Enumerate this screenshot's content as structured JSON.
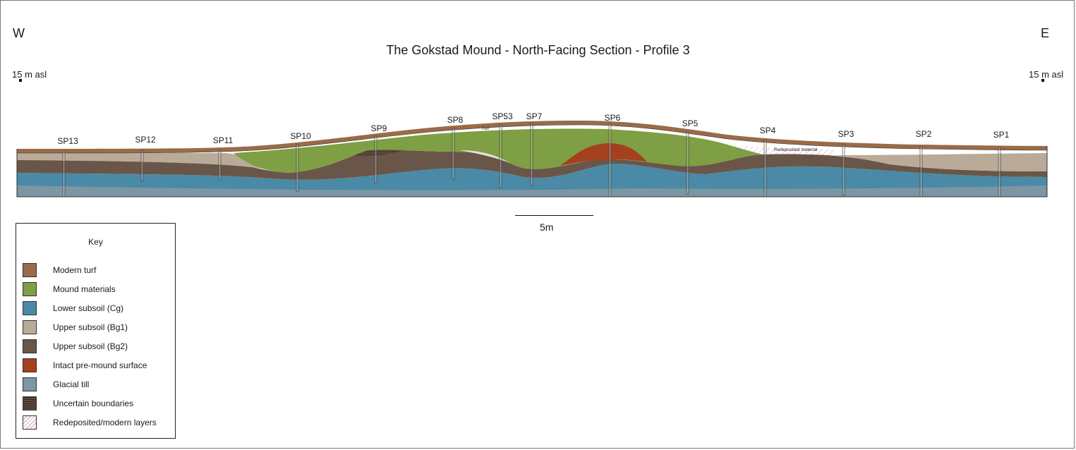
{
  "title": "The Gokstad Mound - North-Facing Section - Profile 3",
  "direction": {
    "west": "W",
    "east": "E"
  },
  "elevation_marker": {
    "left": "15 m asl",
    "right": "15 m asl"
  },
  "sample_points": [
    "SP13",
    "SP12",
    "SP11",
    "SP10",
    "SP9",
    "SP8",
    "SP53",
    "SP7",
    "SP6",
    "SP5",
    "SP4",
    "SP3",
    "SP2",
    "SP1"
  ],
  "annotations": {
    "turf": "Turf",
    "redeposited": "Redeposited material"
  },
  "scale": {
    "label": "5m"
  },
  "key": {
    "title": "Key",
    "items": [
      {
        "label": "Modern turf",
        "color": "#9a6b48"
      },
      {
        "label": "Mound materials",
        "color": "#7e9f43"
      },
      {
        "label": "Lower subsoil (Cg)",
        "color": "#4a8aa6"
      },
      {
        "label": "Upper subsoil (Bg1)",
        "color": "#b9ab98"
      },
      {
        "label": "Upper subsoil (Bg2)",
        "color": "#6a5649"
      },
      {
        "label": "Intact pre-mound surface",
        "color": "#a5401f"
      },
      {
        "label": "Glacial till",
        "color": "#7d96a3"
      },
      {
        "label": "Uncertain boundaries",
        "color": "#5e4a3e"
      },
      {
        "label": "Redeposited/modern layers",
        "color": "#ffffff"
      }
    ]
  }
}
